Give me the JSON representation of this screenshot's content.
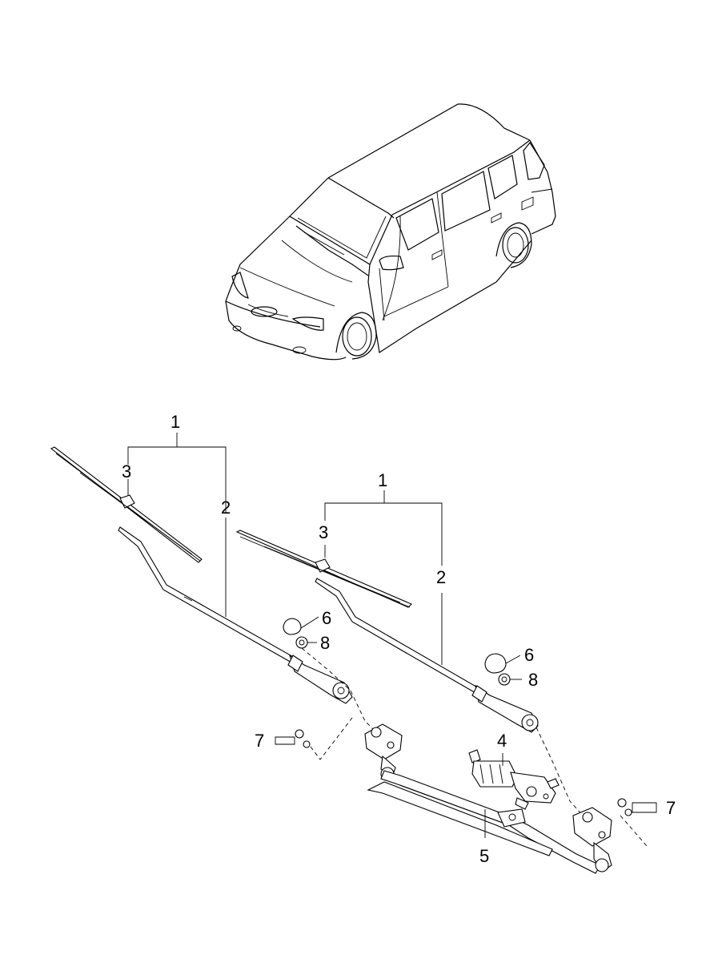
{
  "callouts": {
    "left_1": "1",
    "left_2": "2",
    "left_3": "3",
    "right_1": "1",
    "right_2": "2",
    "right_3": "3",
    "cap_left_6": "6",
    "nut_left_8": "8",
    "cap_right_6": "6",
    "nut_right_8": "8",
    "motor_4": "4",
    "linkage_5": "5",
    "left_7": "7",
    "right_7": "7"
  }
}
